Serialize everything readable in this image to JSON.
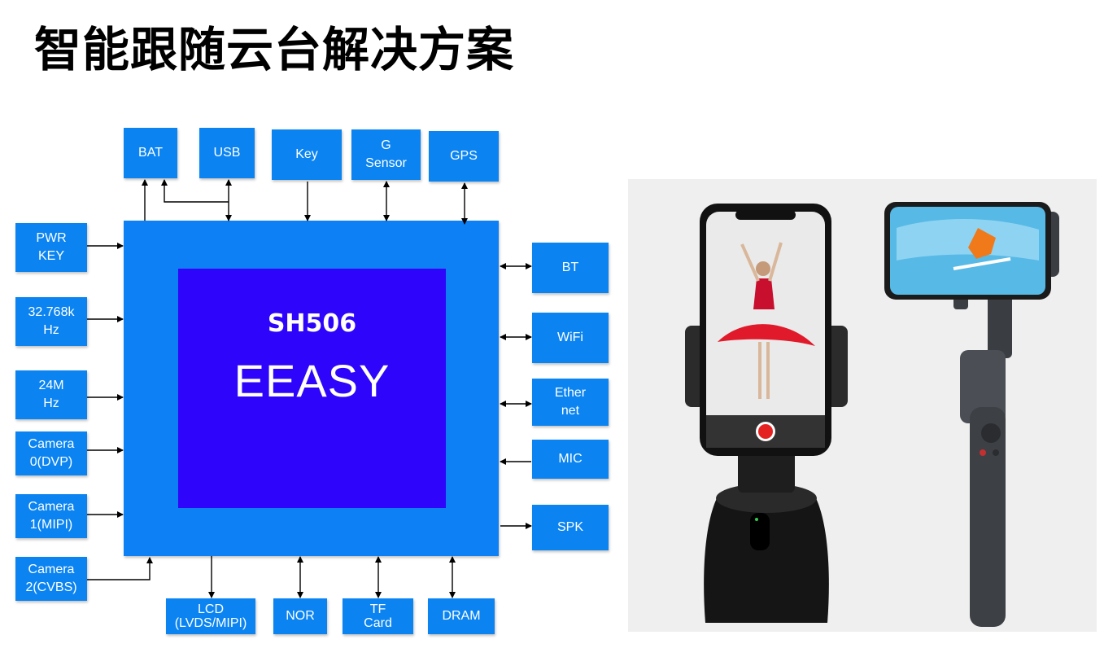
{
  "title": "智能跟随云台解决方案",
  "soc": {
    "chip": "SH506",
    "brand": "EEASY"
  },
  "top_blocks": {
    "bat": "BAT",
    "usb": "USB",
    "key": "Key",
    "g_sensor": "G\nSensor",
    "gps": "GPS"
  },
  "left_blocks": {
    "pwr_key": "PWR\nKEY",
    "osc_32k": "32.768k\nHz",
    "osc_24m": "24M\nHz",
    "camera0": "Camera\n0(DVP)",
    "camera1": "Camera\n1(MIPI)",
    "camera2": "Camera\n2(CVBS)"
  },
  "right_blocks": {
    "bt": "BT",
    "wifi": "WiFi",
    "ethernet": "Ether\nnet",
    "mic": "MIC",
    "spk": "SPK"
  },
  "bottom_blocks": {
    "lcd": "LCD\n(LVDS/MIPI)",
    "nor": "NOR",
    "tf_card": "TF\nCard",
    "dram": "DRAM"
  },
  "colors": {
    "block": "#0b84f2",
    "soc": "#0d80f5",
    "core": "#2e04fb"
  }
}
